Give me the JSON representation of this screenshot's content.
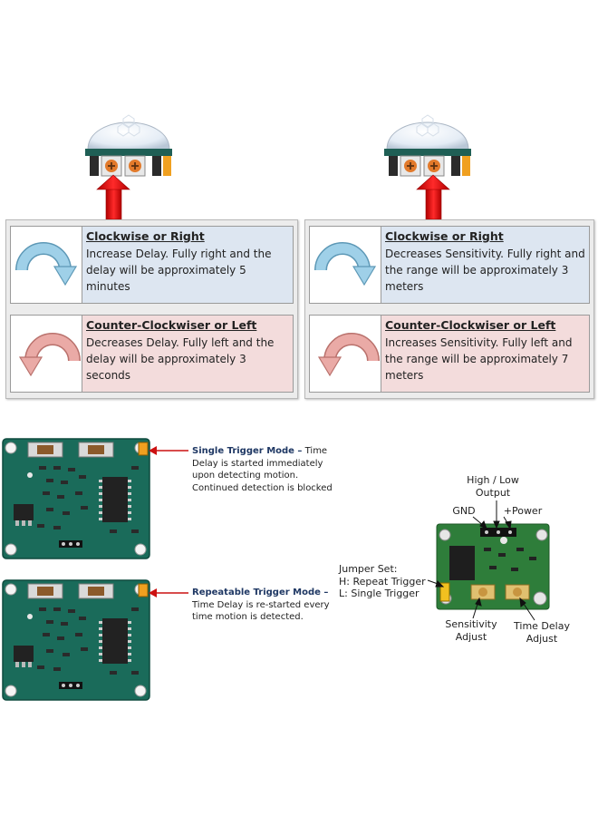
{
  "panels": [
    {
      "rows": [
        {
          "title": "Clockwise or Right",
          "desc": "Increase Delay.  Fully right and the delay will be approximately 5 minutes"
        },
        {
          "title": "Counter-Clockwiser or Left",
          "desc": "Decreases Delay.  Fully left and the delay will be approximately 3 seconds"
        }
      ]
    },
    {
      "rows": [
        {
          "title": "Clockwise or Right",
          "desc": "Decreases Sensitivity.  Fully right and the range will be approximately 3 meters"
        },
        {
          "title": "Counter-Clockwiser or Left",
          "desc": "Increases Sensitivity.  Fully left and the range will be approximately 7 meters"
        }
      ]
    }
  ],
  "trigger_modes": [
    {
      "title": "Single Trigger Mode –",
      "desc_head": " Time",
      "desc": "Delay is started immediately upon detecting motion. Continued detection is blocked"
    },
    {
      "title": "Repeatable Trigger Mode –",
      "desc": "Time Delay is re-started every time motion is detected."
    }
  ],
  "module_labels": {
    "output": "High / Low\nOutput",
    "gnd": "GND",
    "power": "+Power",
    "jumper": "Jumper Set:\nH: Repeat Trigger\nL: Single Trigger",
    "sensitivity": "Sensitivity\nAdjust",
    "time_delay": "Time Delay\nAdjust"
  },
  "colors": {
    "arrow_red": "#dd1111",
    "pcb_green": "#1a6b5a",
    "clockwise_arrow": "#8fc8e3",
    "counter_arrow": "#e8a39f",
    "trigger_title": "#1f3864"
  }
}
